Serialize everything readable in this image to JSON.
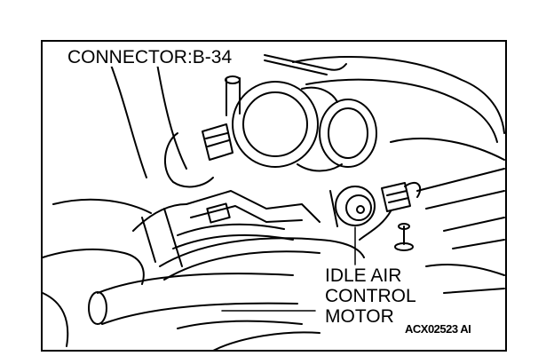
{
  "connector_label": "CONNECTOR:B-34",
  "callout": {
    "line1": "IDLE AIR",
    "line2": "CONTROL",
    "line3": "MOTOR"
  },
  "figure_code": "ACX02523 AI",
  "colors": {
    "ink": "#000000",
    "paper": "#ffffff"
  }
}
